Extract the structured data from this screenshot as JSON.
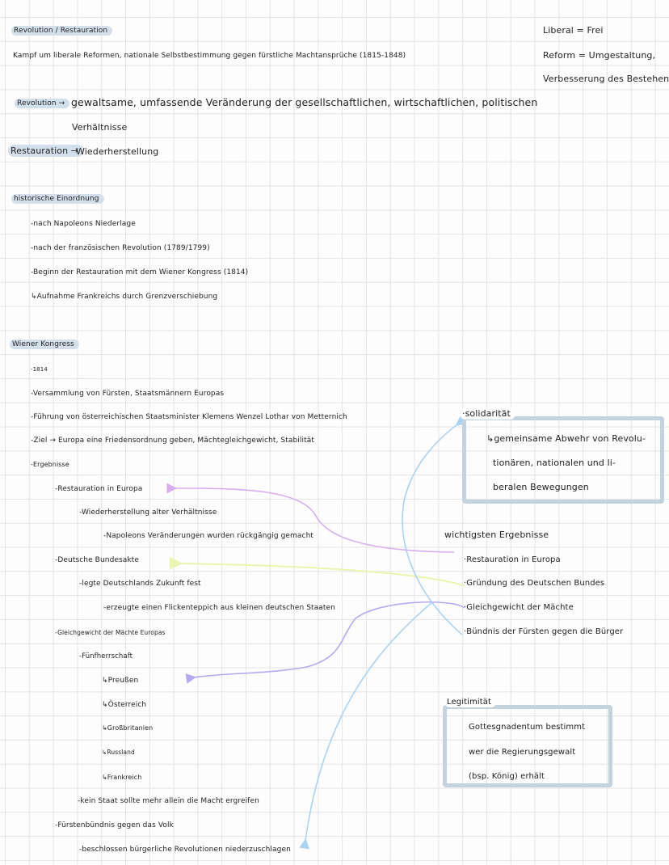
{
  "header": {
    "title": "Revolution / Restauration",
    "subtitle": "Kampf um liberale Reformen, nationale Selbstbestimmung gegen fürstliche Machtansprüche (1815-1848)"
  },
  "definitions_side": [
    "Liberal = Frei",
    "Reform = Umgestaltung,",
    "Verbesserung des Bestehenden"
  ],
  "definitions": {
    "revolution_term": "Revolution →",
    "revolution_text": "gewaltsame, umfassende Veränderung der gesellschaftlichen, wirtschaftlichen, politischen",
    "revolution_text_2": "Verhältnisse",
    "restauration_term": "Restauration →",
    "restauration_text": "Wiederherstellung"
  },
  "historisch": {
    "heading": "historische Einordnung",
    "items": [
      "-nach Napoleons Niederlage",
      "-nach der französischen Revolution (1789/1799)",
      "-Beginn der Restauration mit dem Wiener Kongress (1814)",
      "↳Aufnahme Frankreichs durch Grenzverschiebung"
    ]
  },
  "kongress": {
    "heading": "Wiener Kongress",
    "items": [
      "-1814",
      "-Versammlung von Fürsten, Staatsmännern Europas",
      "-Führung von österreichischen Staatsminister Klemens Wenzel Lothar von Metternich",
      "-Ziel → Europa eine Friedensordnung geben, Mächtegleichgewicht, Stabilität",
      "-Ergebnisse",
      "-Restauration in Europa",
      "-Wiederherstellung alter Verhältnisse",
      "-Napoleons Veränderungen wurden rückgängig gemacht",
      "-Deutsche Bundesakte",
      "-legte Deutschlands Zukunft fest",
      "-erzeugte einen Flickenteppich aus kleinen deutschen Staaten",
      "-Gleichgewicht der Mächte Europas",
      "-Fünfherrschaft",
      "↳Preußen",
      "↳Österreich",
      "↳Großbritanien",
      "↳Russland",
      "↳Frankreich",
      "-kein Staat sollte mehr allein die Macht ergreifen",
      "-Fürstenbündnis gegen das Volk",
      "-beschlossen bürgerliche Revolutionen niederzuschlagen"
    ]
  },
  "solidaritaet": {
    "heading": "·solidarität",
    "lines": [
      "↳gemeinsame Abwehr von Revolu-",
      "tionären, nationalen und li-",
      "beralen Bewegungen"
    ]
  },
  "wichtigste": {
    "heading": "wichtigsten Ergebnisse",
    "items": [
      "·Restauration in Europa",
      "·Gründung des Deutschen Bundes",
      "·Gleichgewicht der Mächte",
      "·Bündnis der Fürsten gegen die Bürger"
    ]
  },
  "legitimitaet": {
    "heading": "Legitimität",
    "lines": [
      "Gottesgnadentum bestimmt",
      "wer die Regierungsgewalt",
      "(bsp. König) erhält"
    ]
  },
  "colors": {
    "highlight": "#d3e0ec",
    "box": "#c4d2e0",
    "arrow_restauration": "#d9aef0",
    "arrow_bund": "#e9f5b0",
    "arrow_gleichgewicht": "#b3aaf0",
    "arrow_buendnis": "#aad3f3"
  }
}
